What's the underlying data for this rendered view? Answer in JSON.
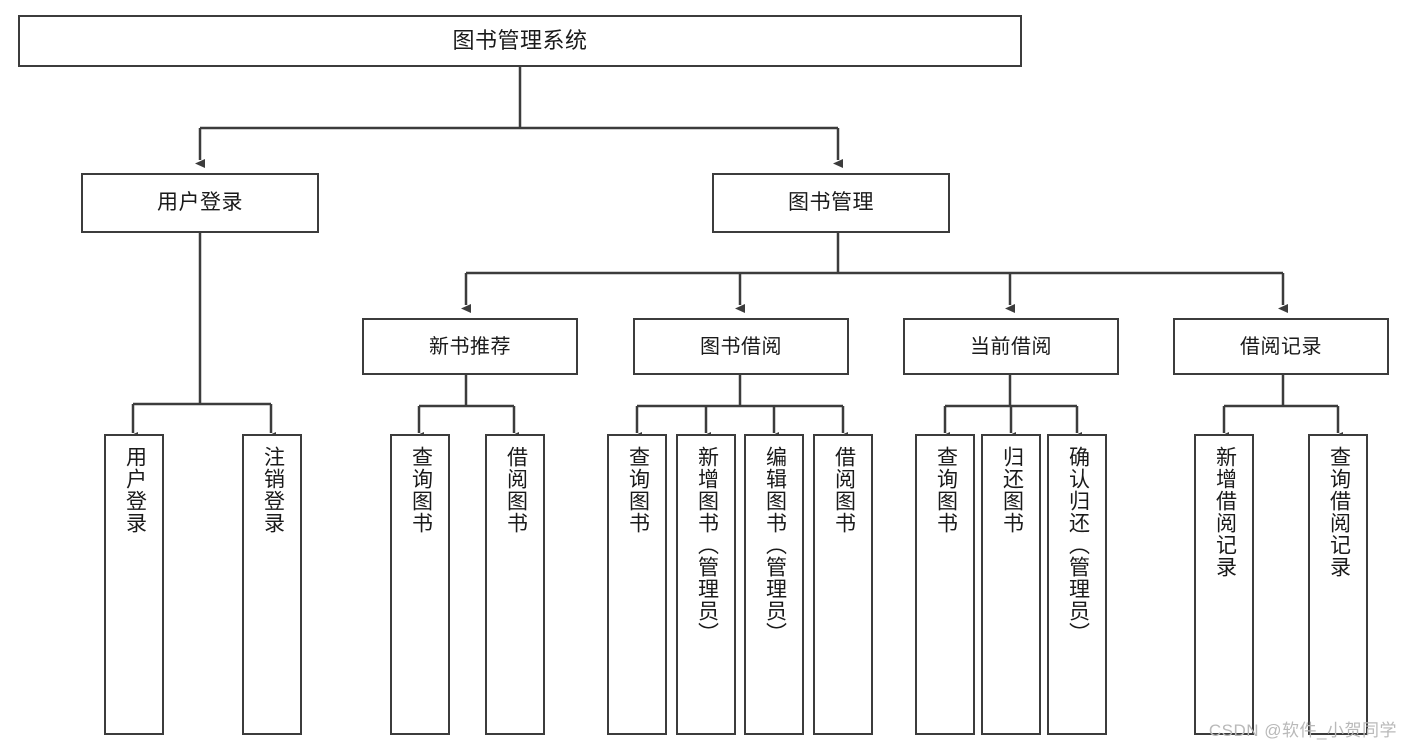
{
  "diagram": {
    "title": "图书管理系统",
    "watermark": "CSDN @软件_小贺同学",
    "stroke_color": "#3c3c3c",
    "background_color": "#ffffff",
    "nodes": {
      "root": {
        "label": "图书管理系统"
      },
      "level1": [
        {
          "label": "用户登录"
        },
        {
          "label": "图书管理"
        }
      ],
      "level2": [
        {
          "label": "新书推荐"
        },
        {
          "label": "图书借阅"
        },
        {
          "label": "当前借阅"
        },
        {
          "label": "借阅记录"
        }
      ],
      "leaves": [
        {
          "label": "用户登录",
          "parent": "用户登录"
        },
        {
          "label": "注销登录",
          "parent": "用户登录"
        },
        {
          "label": "查询图书",
          "parent": "新书推荐"
        },
        {
          "label": "借阅图书",
          "parent": "新书推荐"
        },
        {
          "label": "查询图书",
          "parent": "图书借阅"
        },
        {
          "label": "新增图书（管理员）",
          "parent": "图书借阅"
        },
        {
          "label": "编辑图书（管理员）",
          "parent": "图书借阅"
        },
        {
          "label": "借阅图书",
          "parent": "图书借阅"
        },
        {
          "label": "查询图书",
          "parent": "当前借阅"
        },
        {
          "label": "归还图书",
          "parent": "当前借阅"
        },
        {
          "label": "确认归还（管理员）",
          "parent": "当前借阅"
        },
        {
          "label": "新增借阅记录",
          "parent": "借阅记录"
        },
        {
          "label": "查询借阅记录",
          "parent": "借阅记录"
        }
      ]
    }
  }
}
